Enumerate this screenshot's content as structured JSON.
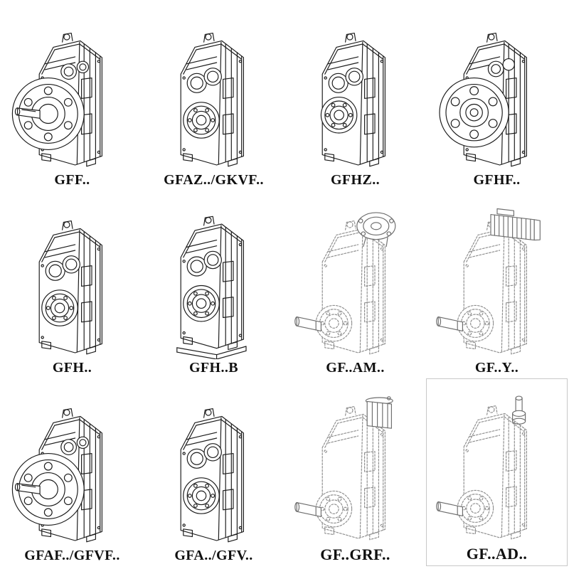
{
  "catalog": {
    "items": [
      {
        "label": "GFF..",
        "drawing": "gearbox-output-flange-shaft-icon"
      },
      {
        "label": "GFAZ../GKVF..",
        "drawing": "gearbox-foot-mounted-icon"
      },
      {
        "label": "GFHZ..",
        "drawing": "gearbox-hollow-shaft-icon"
      },
      {
        "label": "GFHF..",
        "drawing": "gearbox-flange-hollow-icon"
      },
      {
        "label": "GFH..",
        "drawing": "gearbox-shaft-mounted-icon"
      },
      {
        "label": "GFH..B",
        "drawing": "gearbox-shaft-mounted-base-icon"
      },
      {
        "label": "GF..AM..",
        "drawing": "gearbox-motor-adapter-flange-icon"
      },
      {
        "label": "GF..Y..",
        "drawing": "gearbox-with-motor-icon"
      },
      {
        "label": "GFAF../GFVF..",
        "drawing": "gearbox-output-flange-shaft-icon"
      },
      {
        "label": "GFA../GFV..",
        "drawing": "gearbox-foot-mounted-icon"
      },
      {
        "label": "GF..GRF..",
        "drawing": "gearbox-gear-adapter-icon"
      },
      {
        "label": "GF..AD..",
        "drawing": "gearbox-input-shaft-adapter-icon"
      }
    ]
  }
}
